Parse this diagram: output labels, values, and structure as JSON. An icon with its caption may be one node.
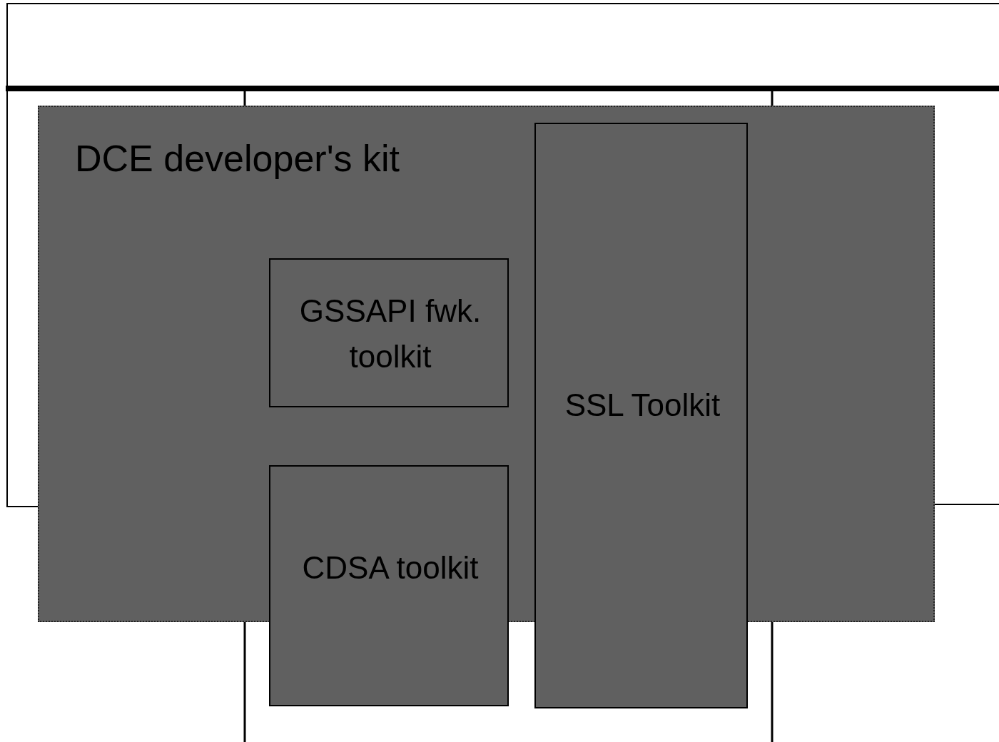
{
  "diagram": {
    "nodes": [
      {
        "text": [
          "DCE developer's kit"
        ]
      },
      {
        "text": [
          "GSSAPI fwk. toolkit"
        ],
        "in": 0
      },
      {
        "text": [
          "SSL Toolkit"
        ]
      },
      {
        "text": [
          "CDSA toolkit"
        ]
      }
    ]
  }
}
